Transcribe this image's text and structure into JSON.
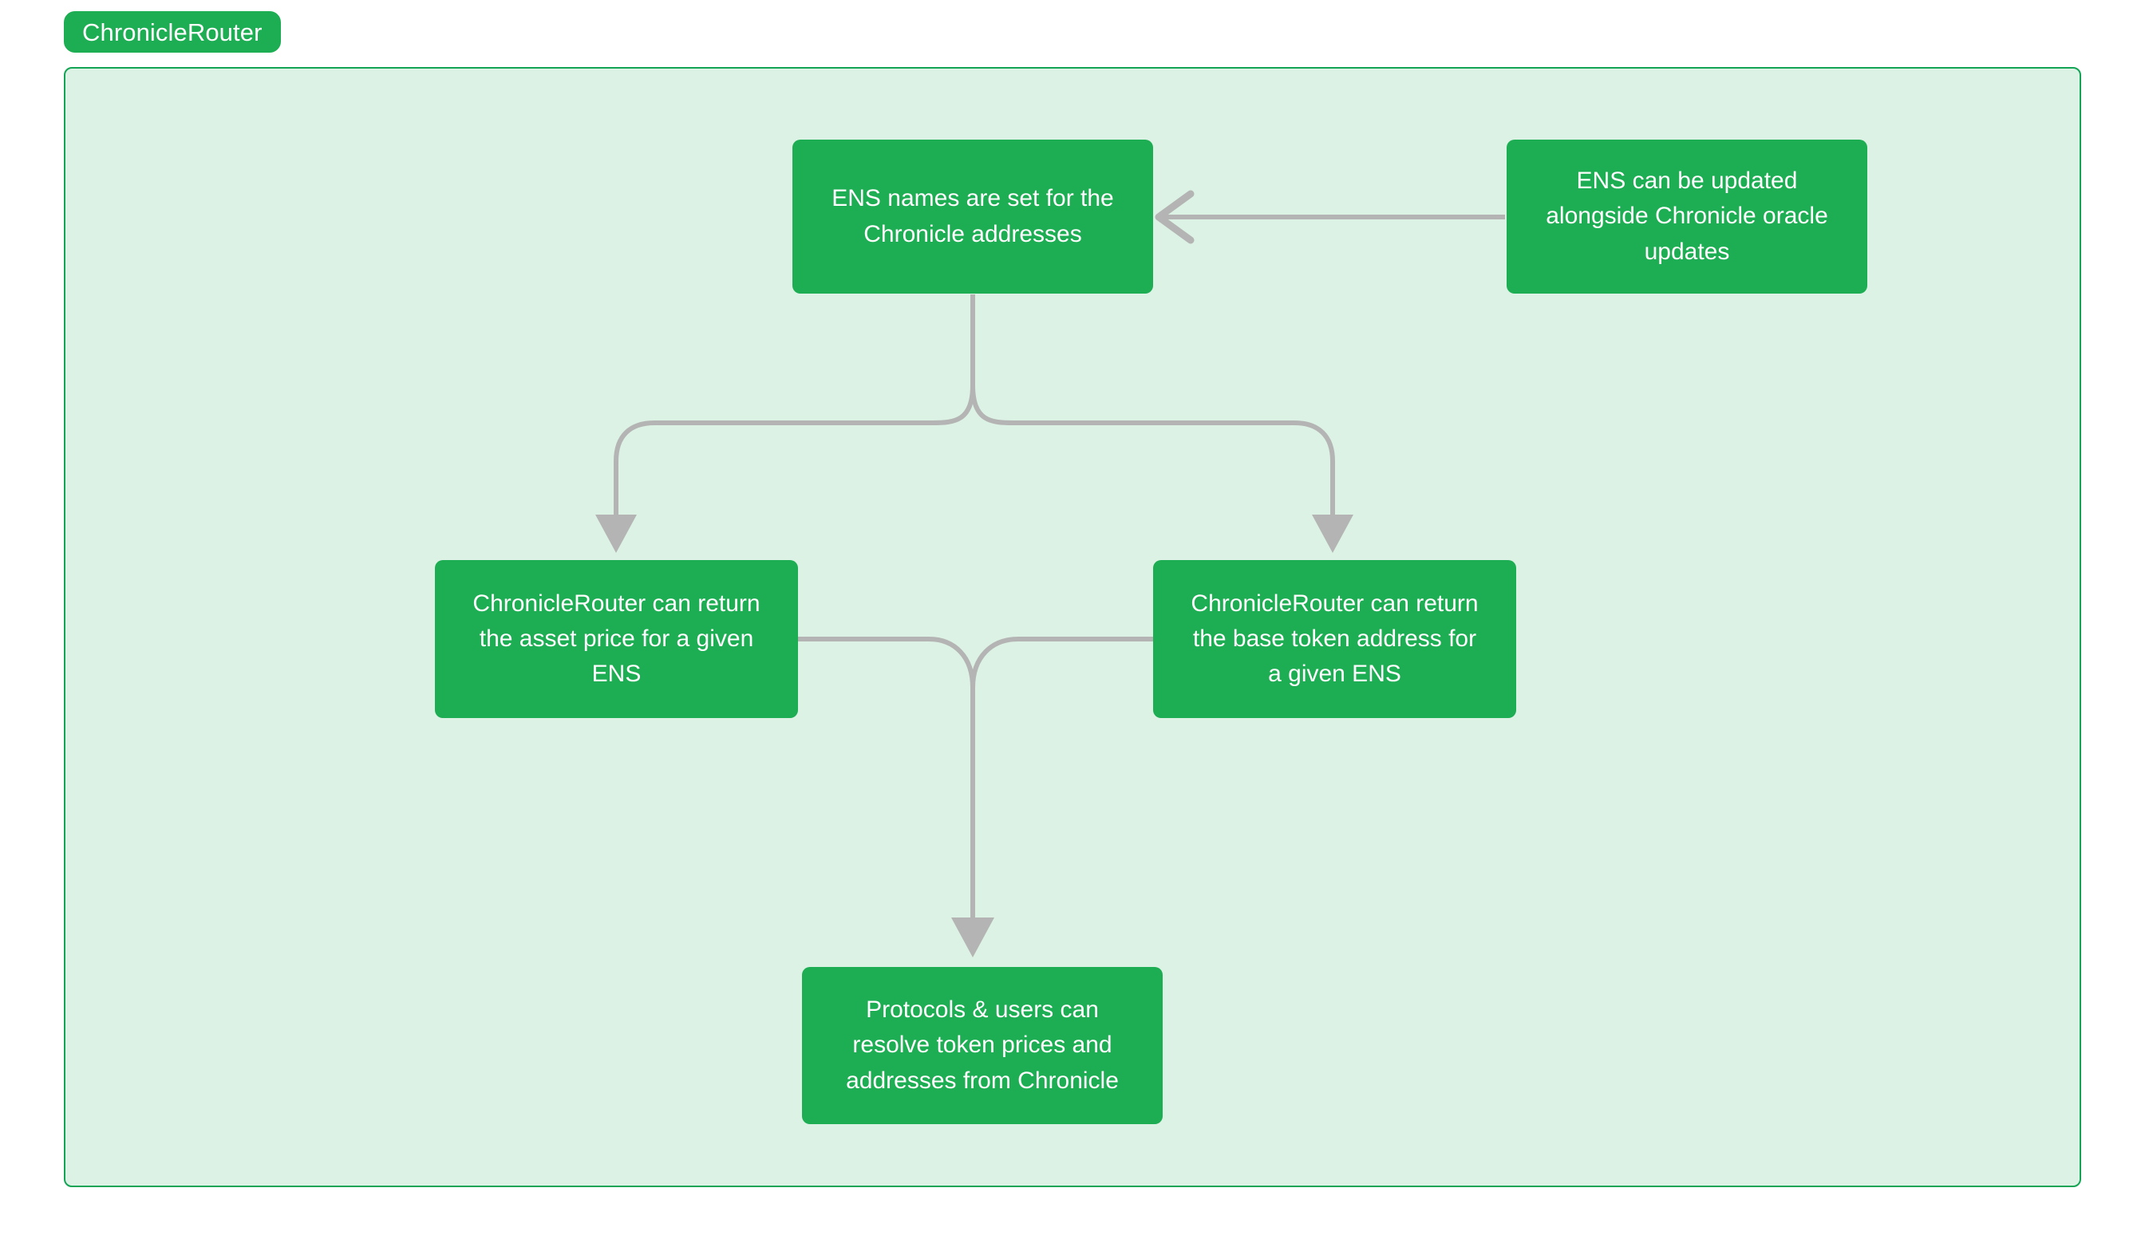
{
  "diagram": {
    "type": "flowchart",
    "direction": "top-down",
    "subgraph": {
      "label": "ChronicleRouter",
      "fill_color": "#DCF2E4",
      "border_color": "#13A455",
      "label_fill_color": "#1DAD53",
      "label_text_color": "#FFFFFF"
    },
    "node_style": {
      "fill_color": "#1DAD53",
      "text_color": "#FFFFFF",
      "shape": "rounded-rectangle"
    },
    "edge_style": {
      "line_color": "#B4B4B4",
      "arrow_color": "#B4B4B4"
    },
    "nodes": [
      {
        "id": "ens-names",
        "label": "ENS names are set for the\nChronicle addresses"
      },
      {
        "id": "ens-updated",
        "label": "ENS can be updated\nalongside Chronicle oracle\nupdates"
      },
      {
        "id": "asset-price",
        "label": "ChronicleRouter can return\nthe asset price for a given\nENS"
      },
      {
        "id": "base-token",
        "label": "ChronicleRouter can return\nthe base token address for\na given ENS"
      },
      {
        "id": "protocols",
        "label": "Protocols & users can\nresolve token prices and\naddresses from Chronicle"
      }
    ],
    "edges": [
      {
        "from": "ens-updated",
        "to": "ens-names",
        "arrow": "open-left"
      },
      {
        "from": "ens-names",
        "to": "asset-price",
        "arrow": "filled-down"
      },
      {
        "from": "ens-names",
        "to": "base-token",
        "arrow": "filled-down"
      },
      {
        "from": "asset-price",
        "to": "protocols",
        "arrow": "filled-down"
      },
      {
        "from": "base-token",
        "to": "protocols",
        "arrow": "filled-down"
      }
    ]
  }
}
